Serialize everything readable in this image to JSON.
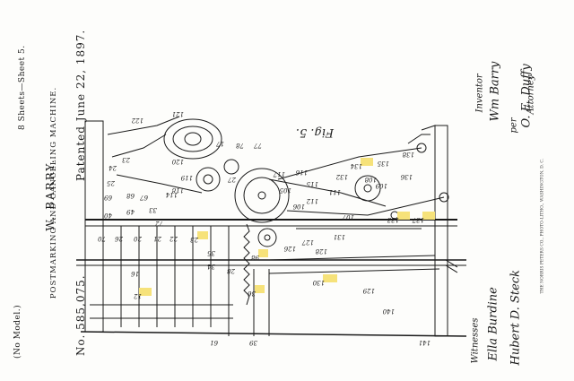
{
  "header": {
    "model": "(No Model.)",
    "sheets": "8 Sheets—Sheet 5.",
    "inventor_name": "W. BARRY.",
    "title": "POSTMARKING AND CANCELING MACHINE.",
    "patent_no": "No. 585,075.",
    "patented": "Patented June 22, 1897."
  },
  "figure_label": "Fig. 5.",
  "signatures": {
    "witnesses_label": "Witnesses",
    "witness_1": "Ella Burdine",
    "witness_2": "Hubert D. Steck",
    "inventor_label": "Inventor",
    "inventor_sig": "Wm Barry",
    "attorney_prefix": "per",
    "attorney_sig": "O. E. Duffy",
    "attorney_label": "Attorney"
  },
  "imprint": "THE NORRIS PETERS CO., PHOTO-LITHO., WASHINGTON, D. C.",
  "ref_numbers": [
    "122",
    "121",
    "120",
    "118",
    "119",
    "17",
    "78",
    "77",
    "23",
    "24",
    "25",
    "114",
    "69",
    "68",
    "67",
    "33",
    "49",
    "21",
    "20",
    "27",
    "116",
    "117",
    "115",
    "112",
    "111",
    "109",
    "108",
    "105",
    "107",
    "126",
    "127",
    "128",
    "106",
    "130",
    "131",
    "132",
    "133",
    "134",
    "135",
    "136",
    "137",
    "138",
    "72",
    "40",
    "70",
    "26",
    "22",
    "23",
    "98",
    "35",
    "34",
    "36",
    "28",
    "12",
    "16",
    "61",
    "39",
    "140",
    "141",
    "129",
    "130"
  ],
  "highlighted_refs": [
    "23",
    "98",
    "36",
    "12",
    "130",
    "134",
    "135",
    "137"
  ],
  "colors": {
    "ink": "#1a1a1a",
    "paper": "#fdfdfb",
    "highlight": "#f6e27a"
  }
}
